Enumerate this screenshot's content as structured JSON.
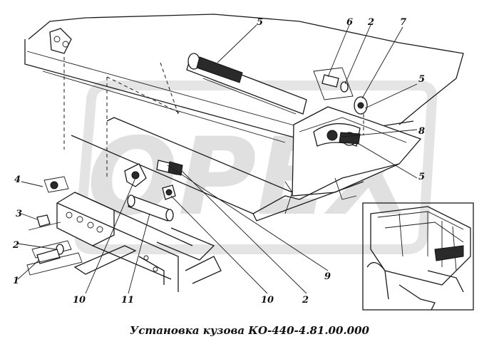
{
  "caption": "Установка кузова КО-440-4.81.00.000",
  "watermark": {
    "text": "OPEX",
    "color": "#c8c8c8"
  },
  "callouts": [
    {
      "id": "c1",
      "text": "1"
    },
    {
      "id": "c2a",
      "text": "2"
    },
    {
      "id": "c3",
      "text": "3"
    },
    {
      "id": "c4",
      "text": "4"
    },
    {
      "id": "c5a",
      "text": "5"
    },
    {
      "id": "c6",
      "text": "6"
    },
    {
      "id": "c2b",
      "text": "2"
    },
    {
      "id": "c7",
      "text": "7"
    },
    {
      "id": "c5b",
      "text": "5"
    },
    {
      "id": "c8",
      "text": "8"
    },
    {
      "id": "c5c",
      "text": "5"
    },
    {
      "id": "c10a",
      "text": "10"
    },
    {
      "id": "c11",
      "text": "11"
    },
    {
      "id": "c10b",
      "text": "10"
    },
    {
      "id": "c2c",
      "text": "2"
    },
    {
      "id": "c9",
      "text": "9"
    }
  ]
}
